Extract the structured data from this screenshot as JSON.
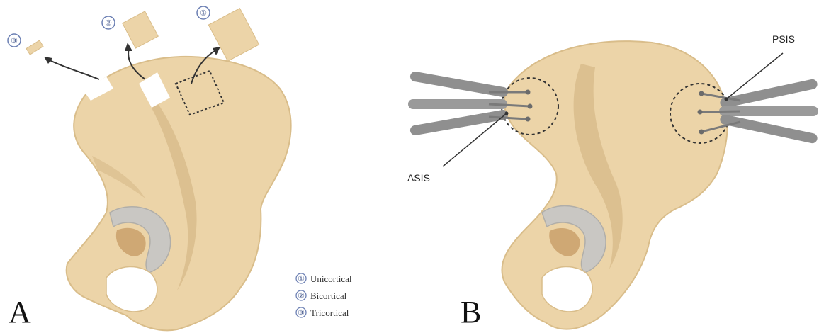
{
  "panels": {
    "a": {
      "letter": "A",
      "graft_numbers": [
        "③",
        "②",
        "①"
      ],
      "legend": [
        {
          "num": "①",
          "label": "Unicortical"
        },
        {
          "num": "②",
          "label": "Bicortical"
        },
        {
          "num": "③",
          "label": "Tricortical"
        }
      ]
    },
    "b": {
      "letter": "B",
      "labels": {
        "asis": "ASIS",
        "psis": "PSIS"
      }
    }
  },
  "colors": {
    "bone": "#ecd4a8",
    "bone_outline": "#d9bd8a",
    "bone_shadow": "#d7b988",
    "cartilage": "#c9c7c3",
    "instrument": "#8f8f8f",
    "number_circle": "#6b7fb3"
  }
}
